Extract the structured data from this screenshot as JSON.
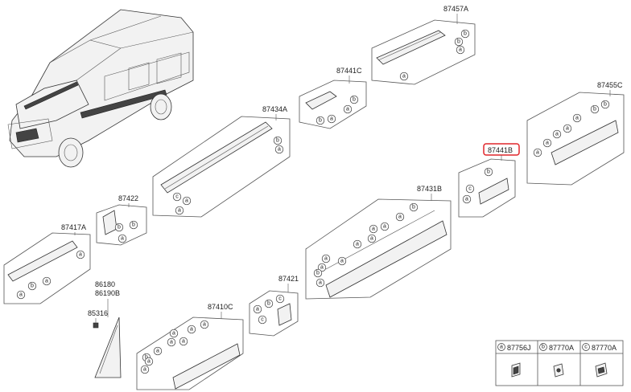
{
  "labels": {
    "p87457A": "87457A",
    "p87441C": "87441C",
    "p87455C": "87455C",
    "p87434A": "87434A",
    "p87441B": "87441B",
    "p87422": "87422",
    "p87431B": "87431B",
    "p87417A": "87417A",
    "p86180": "86180",
    "p86190B": "86190B",
    "p87421": "87421",
    "p85316": "85316",
    "p87410C": "87410C"
  },
  "legend": {
    "a": {
      "letter": "a",
      "part": "87756J"
    },
    "b": {
      "letter": "b",
      "part": "87770A"
    },
    "c": {
      "letter": "c",
      "part": "87770A"
    }
  },
  "highlight_color": "#e0262b"
}
